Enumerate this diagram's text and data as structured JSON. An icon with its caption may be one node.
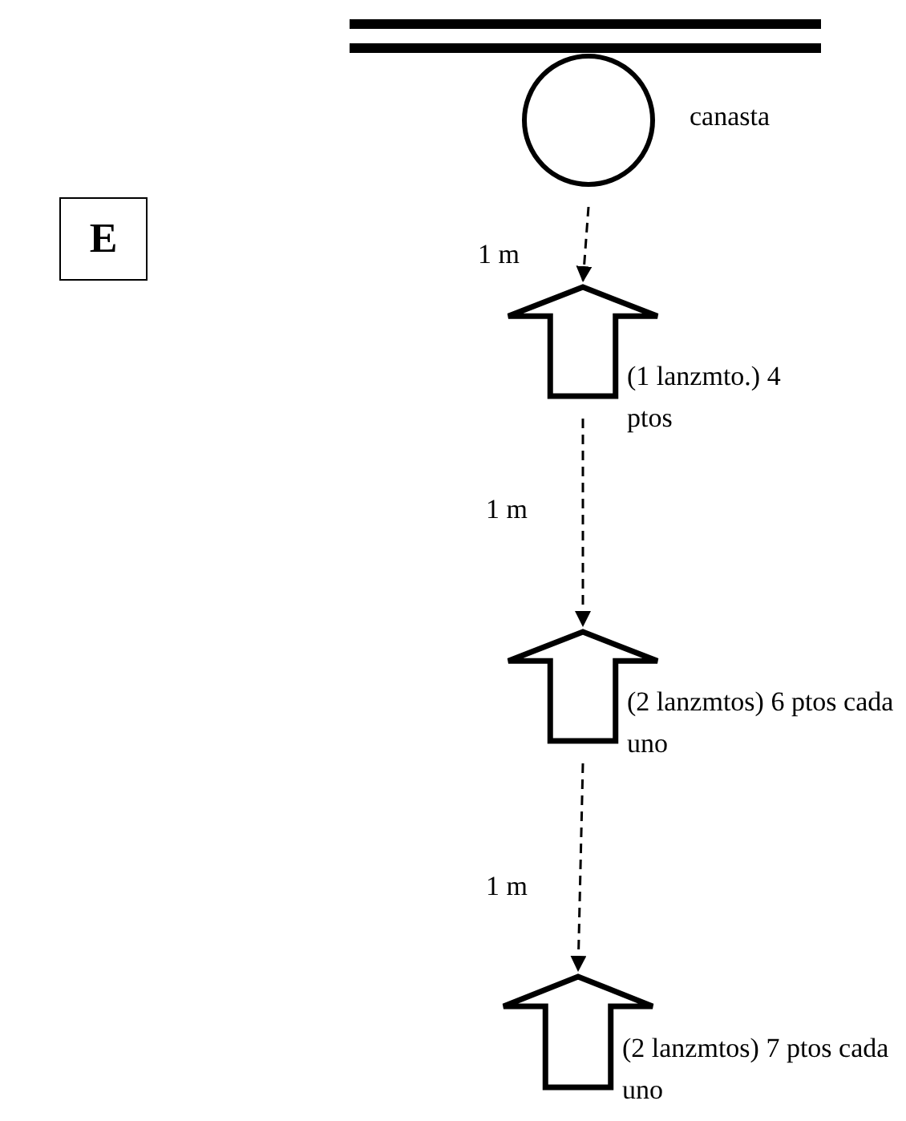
{
  "diagram": {
    "nodes": [
      {
        "text": [
          "E"
        ]
      },
      {
        "text": [],
        "shape": "circle",
        "beside": [
          "canasta"
        ]
      },
      {
        "text": [],
        "shape": "arrow",
        "beside": [
          "(1 lanzmto.) 4 ptos"
        ]
      },
      {
        "text": [],
        "shape": "arrow",
        "beside": [
          "(2 lanzmtos) 6 ptos cada uno"
        ]
      },
      {
        "text": [],
        "shape": "arrow",
        "beside": [
          "(2 lanzmtos) 7 ptos cada uno"
        ]
      }
    ],
    "edges": [
      {
        "from": 1,
        "to": 2,
        "arrow": "to",
        "label": "1 m",
        "style": "dashed"
      },
      {
        "from": 2,
        "to": 3,
        "arrow": "to",
        "label": "1 m",
        "style": "dashed"
      },
      {
        "from": 3,
        "to": 4,
        "arrow": "to",
        "label": "1 m",
        "style": "dashed"
      }
    ]
  }
}
